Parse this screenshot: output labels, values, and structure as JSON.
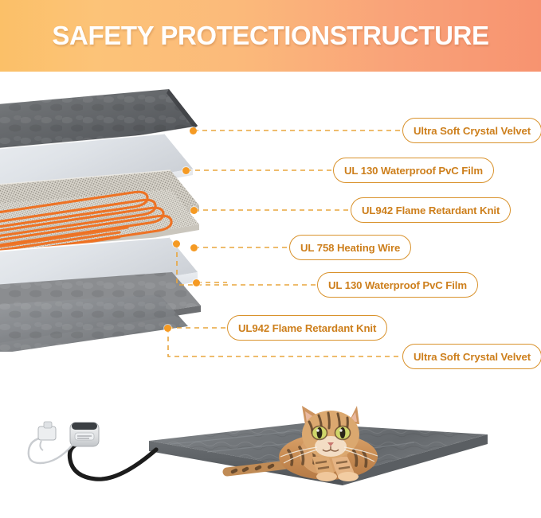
{
  "header": {
    "title": "SAFETY PROTECTIONSTRUCTURE",
    "gradient_start": "#fbc068",
    "gradient_end": "#f79370"
  },
  "theme": {
    "label_border": "#d9922c",
    "label_text": "#cd7f1c",
    "dot_color": "#f59a23",
    "dash_color": "#e8a53d",
    "wire_color": "#ef7020",
    "velvet_gray": "#6e7073",
    "pvc_white": "#e3e6ea",
    "knit_mesh": "#d7d3cb",
    "mat_gray": "#6f7276"
  },
  "diagram": {
    "name": "exploded-layer-stack",
    "layers": [
      {
        "id": "layer-1",
        "label": "Ultra Soft Crystal Velvet",
        "material": "velvet"
      },
      {
        "id": "layer-2",
        "label": "UL 130 Waterproof PvC Film",
        "material": "pvc"
      },
      {
        "id": "layer-3",
        "label": "UL942 Flame Retardant Knit",
        "material": "knit"
      },
      {
        "id": "layer-4",
        "label": "UL 758 Heating Wire",
        "material": "wire"
      },
      {
        "id": "layer-5",
        "label": "UL 130 Waterproof PvC Film",
        "material": "pvc"
      },
      {
        "id": "layer-6",
        "label": "UL942 Flame Retardant Knit",
        "material": "knit"
      },
      {
        "id": "layer-7",
        "label": "Ultra Soft Crystal Velvet",
        "material": "velvet"
      }
    ]
  },
  "product_photo": {
    "name": "pet-heating-pad-with-cat",
    "alt": "Tabby cat lying on a gray heating pad with controller and power cord"
  }
}
